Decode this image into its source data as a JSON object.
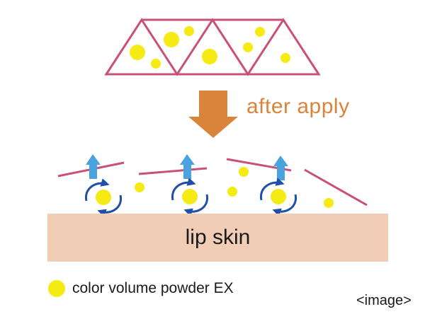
{
  "colors": {
    "particle": "#f5ea14",
    "film_outline": "#c9507a",
    "arrow_orange": "#d9843a",
    "lift_arrow": "#4aa3df",
    "swirl": "#1f4fa8",
    "skin": "#f0cdb4",
    "label_orange": "#d9843a"
  },
  "labels": {
    "after_apply": "after apply",
    "lip_skin": "lip skin",
    "legend_item": "color volume powder EX",
    "image_tag": "<image>"
  }
}
